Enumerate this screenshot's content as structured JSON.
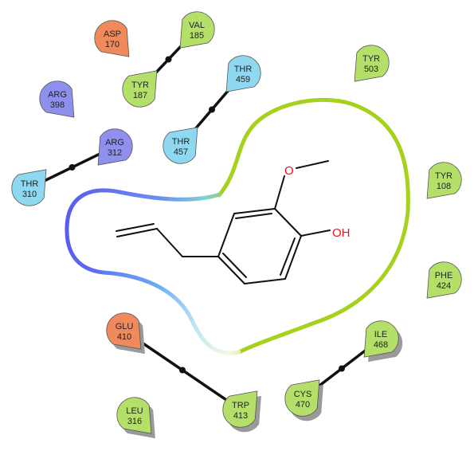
{
  "residues": [
    {
      "id": "asp170",
      "name": "ASP",
      "number": "170",
      "kind": "negative"
    },
    {
      "id": "val185",
      "name": "VAL",
      "number": "185",
      "kind": "hydrophobic"
    },
    {
      "id": "tyr187",
      "name": "TYR",
      "number": "187",
      "kind": "hydrophobic"
    },
    {
      "id": "arg398",
      "name": "ARG",
      "number": "398",
      "kind": "positive"
    },
    {
      "id": "thr459",
      "name": "THR",
      "number": "459",
      "kind": "polar"
    },
    {
      "id": "thr457",
      "name": "THR",
      "number": "457",
      "kind": "polar"
    },
    {
      "id": "arg312",
      "name": "ARG",
      "number": "312",
      "kind": "positive"
    },
    {
      "id": "thr310",
      "name": "THR",
      "number": "310",
      "kind": "polar"
    },
    {
      "id": "tyr503",
      "name": "TYR",
      "number": "503",
      "kind": "hydrophobic"
    },
    {
      "id": "tyr108",
      "name": "TYR",
      "number": "108",
      "kind": "hydrophobic"
    },
    {
      "id": "phe424",
      "name": "PHE",
      "number": "424",
      "kind": "hydrophobic"
    },
    {
      "id": "ile468",
      "name": "ILE",
      "number": "468",
      "kind": "hydrophobic"
    },
    {
      "id": "glu410",
      "name": "GLU",
      "number": "410",
      "kind": "negative"
    },
    {
      "id": "cys470",
      "name": "CYS",
      "number": "470",
      "kind": "hydrophobic"
    },
    {
      "id": "leu316",
      "name": "LEU",
      "number": "316",
      "kind": "hydrophobic"
    },
    {
      "id": "trp413",
      "name": "TRP",
      "number": "413",
      "kind": "hydrophobic"
    }
  ],
  "residue_links": [
    {
      "from": "val185",
      "to": "tyr187"
    },
    {
      "from": "thr459",
      "to": "thr457"
    },
    {
      "from": "arg312",
      "to": "thr310"
    },
    {
      "from": "glu410",
      "to": "trp413"
    },
    {
      "from": "ile468",
      "to": "cys470"
    }
  ],
  "ligand": {
    "atoms": [
      {
        "id": "oxygen-methoxy",
        "label": "O"
      },
      {
        "id": "hydroxyl",
        "label": "OH"
      }
    ]
  },
  "colors": {
    "negative": "#f08a5d",
    "hydrophobic": "#b4e06a",
    "positive": "#8f8fee",
    "polar": "#8fd8f2",
    "pocket_green": "#a6d21e",
    "pocket_blue": "#5a5af0",
    "pocket_cyan": "#86d6f5",
    "heteroatom": "#e8141c"
  }
}
